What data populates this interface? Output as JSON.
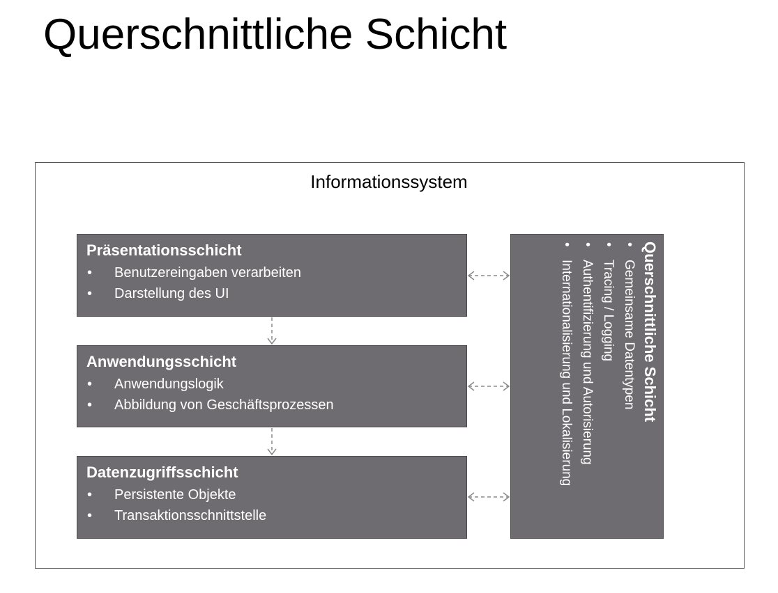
{
  "title": "Querschnittliche Schicht",
  "diagram": {
    "frame_label": "Informationssystem",
    "layers": [
      {
        "title": "Präsentationsschicht",
        "bullets": [
          "Benutzereingaben verarbeiten",
          "Darstellung des UI"
        ]
      },
      {
        "title": "Anwendungsschicht",
        "bullets": [
          "Anwendungslogik",
          "Abbildung von Geschäftsprozessen"
        ]
      },
      {
        "title": "Datenzugriffsschicht",
        "bullets": [
          "Persistente Objekte",
          "Transaktionsschnittstelle"
        ]
      }
    ],
    "cross_layer": {
      "title": "Querschnittliche Schicht",
      "bullets": [
        "Gemeinsame Datentypen",
        "Tracing / Logging",
        "Authentifizierung und Autorisierung",
        "Internationalisierung und Lokalisierung"
      ]
    },
    "colors": {
      "box_fill": "#6e6c70",
      "arrow": "#8a8a8a"
    }
  }
}
